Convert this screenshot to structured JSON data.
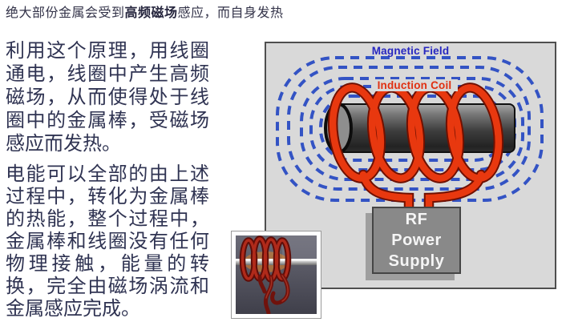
{
  "slide": {
    "title_prefix": "绝大部份金属会受到",
    "title_emphasis": "高频磁场",
    "title_suffix": "感应，而自身发热",
    "paragraph1": "利用这个原理，用线圈通电，线圈中产生高频磁场，从而使得处于线圈中的金属棒，受磁场感应而发热。",
    "paragraph2": "电能可以全部的由上述过程中，转化为金属棒的热能，整个过程中，金属棒和线圈没有任何物理接触，能量的转换，完全由磁场涡流和金属感应完成。",
    "text_color": "#2f3352"
  },
  "diagram": {
    "magnetic_field_label": "Magnetic Field",
    "induction_coil_label": "Induction Coil",
    "rf_lines": [
      "RF",
      "Power",
      "Supply"
    ],
    "colors": {
      "background": "#d9d9d9",
      "border": "#4f4f4f",
      "field_line_blue": "#3353c4",
      "magnetic_label_blue": "#2626c0",
      "induction_label_red": "#e03010",
      "coil_red": "#e8380f",
      "coil_outline": "#701000",
      "rod_dark_gray": "#2a2a2a",
      "rf_box_gray": "#898989",
      "rf_text_white": "#f5f5f5"
    }
  }
}
